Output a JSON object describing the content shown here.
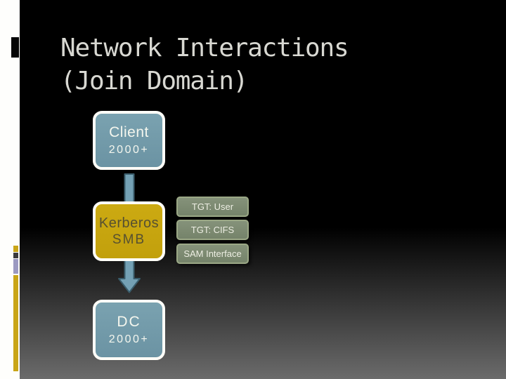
{
  "slide": {
    "title": {
      "line1": "Network Interactions",
      "line2": "(Join Domain)"
    },
    "diagram": {
      "nodes": [
        {
          "id": "client",
          "line1": "Client",
          "line2": "2000+"
        },
        {
          "id": "kerberos",
          "line1": "Kerberos",
          "line2": "SMB"
        },
        {
          "id": "dc",
          "line1": "DC",
          "line2": "2000+"
        }
      ],
      "side_labels": [
        "TGT: User",
        "TGT: CIFS",
        "SAM Interface"
      ],
      "arrow_icons": [
        "arrow-down-connector",
        "arrow-down-icon"
      ]
    },
    "colors": {
      "background_top": "#000000",
      "background_bottom": "#6b6b6b",
      "sidebar_strip": "#fefefc",
      "title_marker": "#060606",
      "title_text": "#d8d8d2",
      "node_blue_fill": "#6f96a4",
      "node_gold_fill": "#c7a40e",
      "node_border": "#fffef8",
      "node_gold_text": "#565031",
      "label_fill": "#7c896d",
      "label_border": "#9ba886",
      "label_text": "#edeee3",
      "arrow_fill": "#74a1b5",
      "arrow_outline": "#3a5d6c",
      "accent_gold": "#c9a517",
      "accent_dark": "#3a3a3c",
      "accent_lavender": "#9b99c1"
    }
  }
}
